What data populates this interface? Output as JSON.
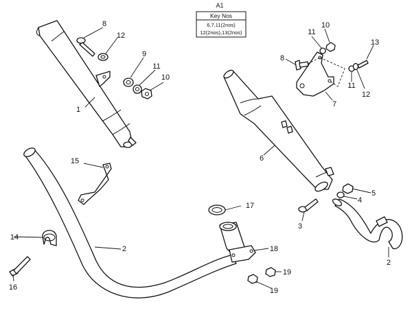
{
  "key_box": {
    "title": "A1",
    "heading": "Key Nos",
    "line1": "6,7,11(2nos)",
    "line2": "12(2nos),13(2nos)"
  },
  "callouts": {
    "c1": "1",
    "c2a": "2",
    "c2b": "2",
    "c3": "3",
    "c4": "4",
    "c5": "5",
    "c6": "6",
    "c7": "7",
    "c8a": "8",
    "c8b": "8",
    "c9": "9",
    "c10a": "10",
    "c10b": "10",
    "c11a": "11",
    "c11b": "11",
    "c11c": "11",
    "c12a": "12",
    "c12b": "12",
    "c13": "13",
    "c14": "14",
    "c15": "15",
    "c16": "16",
    "c17": "17",
    "c18": "18",
    "c19a": "19",
    "c19b": "19"
  }
}
